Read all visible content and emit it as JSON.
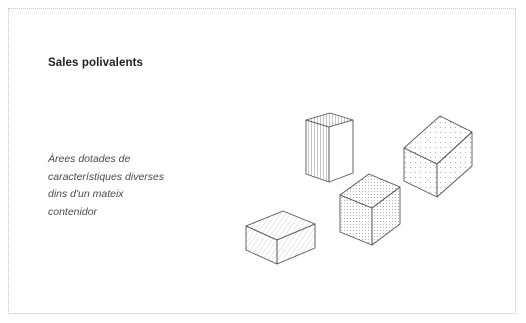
{
  "card": {
    "title": "Sales polivalents",
    "description_lines": [
      "Àrees dotades de",
      "característiques diverses",
      "dins d'un mateix",
      "contenidor"
    ]
  },
  "illustration": {
    "name": "isometric-boxes-illustration",
    "stroke_color": "#555555",
    "pattern_color": "#9a9a9a"
  }
}
